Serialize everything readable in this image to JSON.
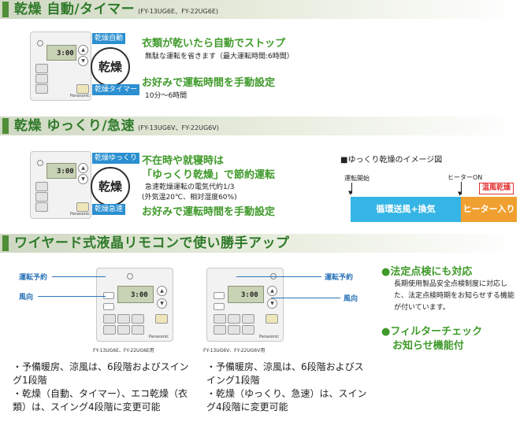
{
  "section1": {
    "title": "乾燥 自動/タイマー",
    "subtitle": "(FY-13UG6E、FY-22UG6E)",
    "label_auto": "乾燥自動",
    "label_timer": "乾燥タイマー",
    "button": "乾燥",
    "headline1": "衣類が乾いたら自動でストップ",
    "text1": "無駄な運転を省きます（最大運転時間:6時間）",
    "headline2": "お好みで運転時間を手動設定",
    "text2": "10分〜6時間",
    "lcd": "3:00"
  },
  "section2": {
    "title": "乾燥 ゆっくり/急速",
    "subtitle": "(FY-13UG6V、FY-22UG6V)",
    "label_slow": "乾燥ゆっくり",
    "label_quick": "乾燥急速",
    "button": "乾燥",
    "headline1a": "不在時や就寝時は",
    "headline1b": "「ゆっくり乾燥」で節約運転",
    "text1a": "急速乾燥運転の電気代約1/3",
    "text1b": "(外気温20℃、相対湿度60%)",
    "headline2": "お好みで運転時間を手動設定",
    "lcd": "3:00",
    "diagram": {
      "title": "■ゆっくり乾燥のイメージ図",
      "start": "運転開始",
      "heater_on": "ヒーターON",
      "badge": "温風乾燥",
      "bar1": "循環送風+換気",
      "bar2": "ヒーター入り",
      "colors": {
        "bar1": "#35b5e5",
        "bar2": "#f0a030",
        "badge": "#e03030"
      }
    }
  },
  "section3": {
    "title": "ワイヤード式液晶リモコンで使い勝手アップ",
    "left": {
      "callout_reserve": "運転予約",
      "callout_wind": "風向",
      "caption": "FY-13UG6E、FY-22UG6E用",
      "lcd": "3:00",
      "bullet1": "・予備暖房、涼風は、6段階およびスイング1段階",
      "bullet2": "・乾燥（自動、タイマー）、エコ乾燥（衣類）は、スイング4段階に変更可能"
    },
    "right": {
      "callout_reserve": "運転予約",
      "callout_wind": "風向",
      "caption": "FY-13UG6V、FY-22UG6V用",
      "lcd": "3:00",
      "bullet1": "・予備暖房、涼風は、6段階およびスイング1段階",
      "bullet2": "・乾燥（ゆっくり、急速）は、スイング4段階に変更可能"
    },
    "feature1": {
      "title": "●法定点検にも対応",
      "text": "長期使用製品安全点検制度に対応した、法定点検時期をお知らせする機能が付いています。"
    },
    "feature2": {
      "title_a": "●フィルターチェック",
      "title_b": "お知らせ機能付"
    }
  },
  "remote_brand": "Panasonic",
  "accent_green": "#3f9a2a",
  "accent_blue": "#2b8fd0"
}
